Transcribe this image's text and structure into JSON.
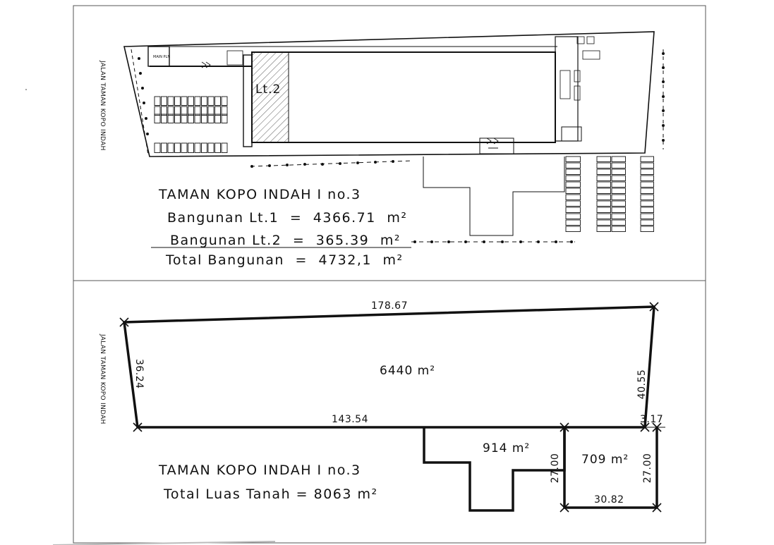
{
  "street_label": "JALAN TAMAN KOPO INDAH",
  "floorplan": {
    "mezzanine_tag": "Lt.2",
    "gate_tag": "MAIN PLN",
    "title": "TAMAN KOPO INDAH I no.3",
    "area_lines": [
      {
        "label": "Bangunan Lt.1",
        "op": "=",
        "value": "4366.71",
        "unit": "m²"
      },
      {
        "label": "Bangunan Lt.2",
        "op": "=",
        "value": "365.39",
        "unit": "m²"
      }
    ],
    "total": {
      "label": "Total Bangunan",
      "op": "=",
      "value": "4732,1",
      "unit": "m²"
    }
  },
  "siteplan": {
    "dimensions": {
      "top": "178.67",
      "left": "36.24",
      "right": "40.55",
      "bottom": "143.54",
      "small_right": "3.17",
      "east_depth_left": "27.00",
      "east_depth_right": "27.00",
      "east_width": "30.82"
    },
    "areas": {
      "main": "6440 m²",
      "south_middle": "914 m²",
      "south_east": "709 m²"
    },
    "title": "TAMAN KOPO INDAH I no.3",
    "total_land": "Total Luas Tanah = 8063 m²"
  }
}
